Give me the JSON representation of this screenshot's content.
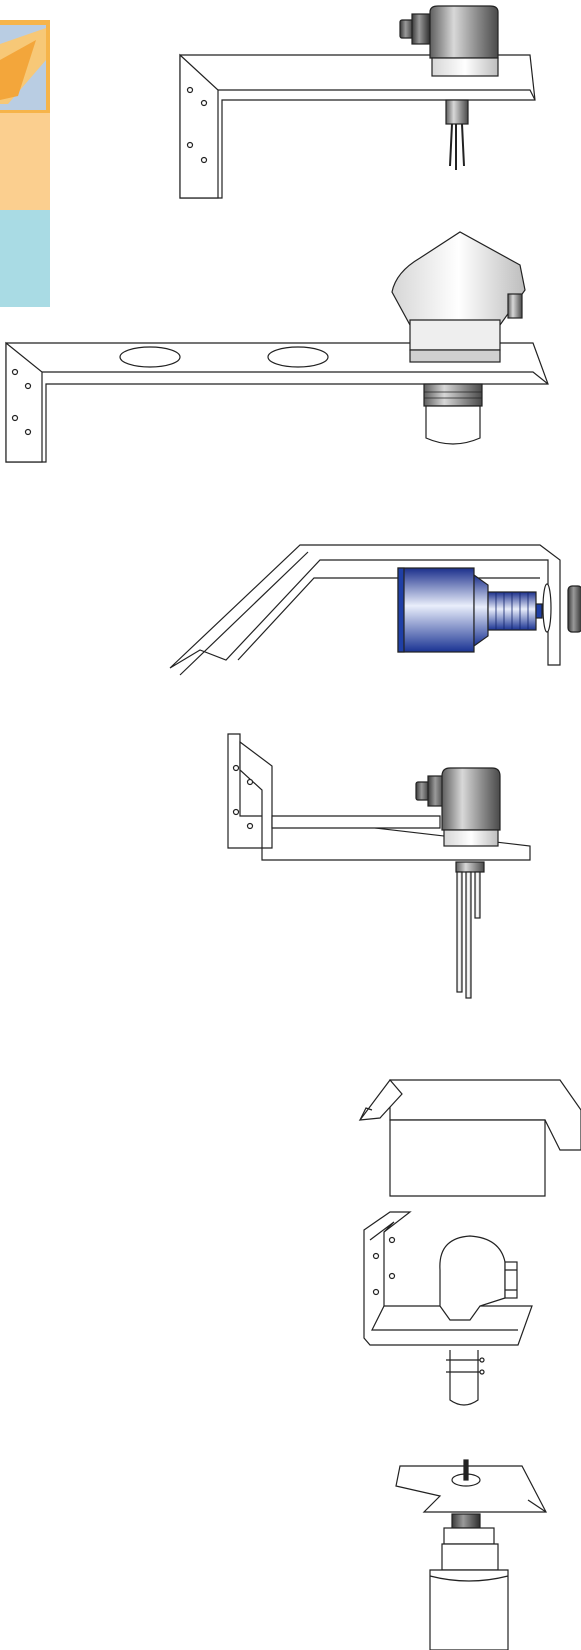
{
  "colors": {
    "line": "#222222",
    "paper": "#ffffff",
    "logo_orange": "#f6b44a",
    "logo_light_orange": "#fbcf8f",
    "logo_blue": "#a9dbe4",
    "logo_pale_blue": "#b9cde3",
    "sensor_blue": "#1f3fa6",
    "housing_gray": "#7d7d7d"
  },
  "figures": [
    {
      "name": "angle-bracket-with-tuning-fork-switch"
    },
    {
      "name": "long-bracket-with-ultrasonic-sensor"
    },
    {
      "name": "swing-bracket-with-blue-sensor"
    },
    {
      "name": "u-bracket-with-rod-probe"
    },
    {
      "name": "weather-protection-cover"
    },
    {
      "name": "bracket-with-clamped-sensor"
    },
    {
      "name": "flange-plate-with-sensor"
    }
  ]
}
